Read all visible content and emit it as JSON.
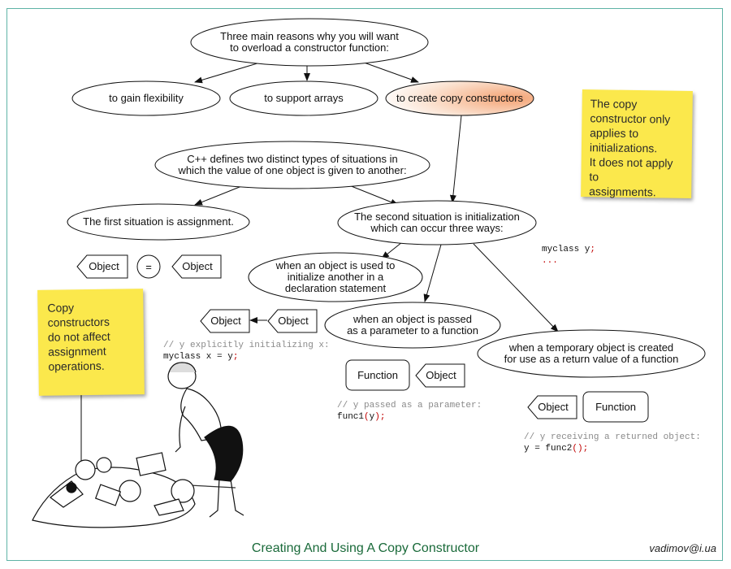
{
  "ellipses": {
    "root": [
      "Three main reasons why you will want",
      "to overload a constructor function:"
    ],
    "flexibility": [
      "to gain flexibility"
    ],
    "arrays": [
      "to support arrays"
    ],
    "copy": [
      "to create copy constructors"
    ],
    "cpp": [
      "C++ defines two distinct types of situations in",
      "which the value of one object is given to another:"
    ],
    "first": [
      "The first situation is assignment."
    ],
    "second": [
      "The second situation is initialization",
      "which can occur three ways:"
    ],
    "declaration": [
      "when an object is used to",
      "initialize another in a",
      "declaration statement"
    ],
    "parameter": [
      "when an object is passed",
      "as a parameter to a function"
    ],
    "temporary": [
      "when a temporary object is created",
      "for use as a return value of a function"
    ]
  },
  "shapes": {
    "object": "Object",
    "function": "Function",
    "equals": "="
  },
  "notes": {
    "copy_only_init": "The copy\nconstructor only\napplies to\ninitializations.\nIt does not apply to\nassignments.",
    "no_assignment": "Copy constructors\ndo not affect\nassignment\noperations."
  },
  "code": {
    "decl": {
      "var": "myclass y",
      "semi": ";",
      "dots": "..."
    },
    "explicit": {
      "comment": "// y explicitly initializing x:",
      "stmt": "myclass x = y",
      "semi": ";"
    },
    "param": {
      "comment": "// y passed as a parameter:",
      "stmt": "func1",
      "open": "(",
      "arg": "y",
      "close": ")",
      "semi": ";"
    },
    "returned": {
      "comment": "// y receiving a returned object:",
      "stmt": "y = func2",
      "parens": "()",
      "semi": ";"
    }
  },
  "footer": {
    "title": "Creating And Using A Copy Constructor",
    "email": "vadimov@i.ua"
  },
  "colors": {
    "border": "#5fb3a6",
    "note": "#fbe84c",
    "highlight": "#f4a374",
    "footer": "#1a6a3a"
  }
}
